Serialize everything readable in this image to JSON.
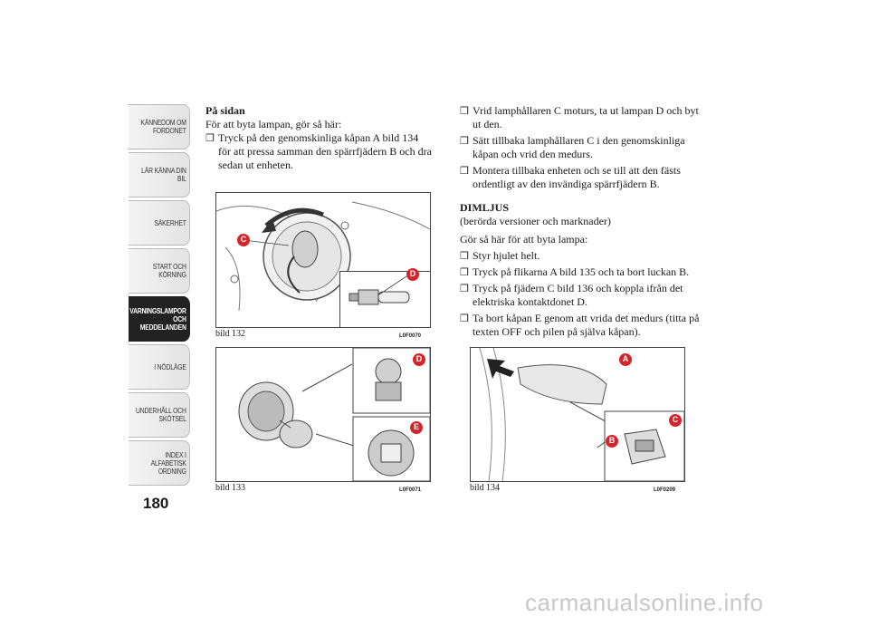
{
  "sidebar": {
    "items": [
      {
        "label": "KÄNNEDOM OM\nFORDONET",
        "active": false
      },
      {
        "label": "LÄR KÄNNA DIN\nBIL",
        "active": false
      },
      {
        "label": "SÄKERHET",
        "active": false
      },
      {
        "label": "START OCH\nKÖRNING",
        "active": false
      },
      {
        "label": "VARNINGSLAMPOR\nOCH\nMEDDELANDEN",
        "active": true
      },
      {
        "label": "I NÖDLÄGE",
        "active": false
      },
      {
        "label": "UNDERHÅLL OCH\nSKÖTSEL",
        "active": false
      },
      {
        "label": "INDEX I\nALFABETISK\nORDNING",
        "active": false
      }
    ]
  },
  "page_number": "180",
  "left_column": {
    "heading": "På sidan",
    "intro": "För att byta lampan, gör så här:",
    "bullets": [
      "Tryck på den genomskinliga kåpan A bild 134 för att pressa samman den spärrfjädern B och dra sedan ut enheten."
    ]
  },
  "right_column": {
    "bullets_top": [
      "Vrid lamphållaren C moturs, ta ut lampan D och byt ut den.",
      "Sätt tillbaka lamphållaren C i den genomskinliga kåpan och vrid den medurs.",
      "Montera tillbaka enheten och se till att den fästs ordentligt av den invändiga spärrfjädern B."
    ],
    "heading": "DIMLJUS",
    "subheading": "(berörda versioner och marknader)",
    "intro": "Gör så här för att byta lampa:",
    "bullets": [
      "Styr hjulet helt.",
      "Tryck på flikarna A bild 135 och ta bort luckan B.",
      "Tryck på fjädern C bild 136 och koppla ifrån det elektriska kontaktdonet D.",
      "Ta bort kåpan E genom att vrida det medurs (titta på texten OFF och pilen på själva kåpan)."
    ]
  },
  "bullet_glyph": "❒",
  "figures": [
    {
      "caption": "bild 132",
      "code": "L0F0070",
      "labels": [
        "C",
        "D"
      ]
    },
    {
      "caption": "bild 133",
      "code": "L0F0071",
      "labels": [
        "D",
        "E"
      ]
    },
    {
      "caption": "bild 134",
      "code": "L0F0209",
      "labels": [
        "A",
        "C",
        "B"
      ]
    }
  ],
  "watermark": "carmanualsonline.info",
  "colors": {
    "label_red": "#d4262a",
    "active_tab": "#222222"
  }
}
